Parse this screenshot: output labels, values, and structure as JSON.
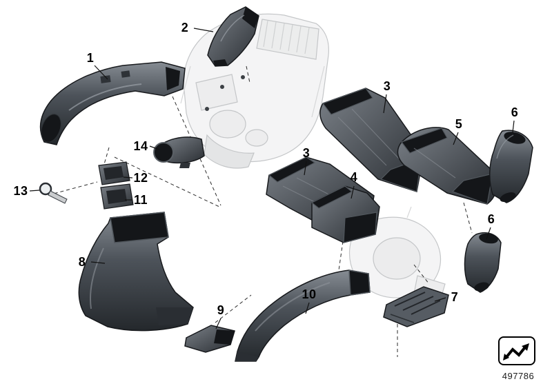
{
  "diagram": {
    "type": "exploded-parts-diagram",
    "subject": "air-ducts-and-vents",
    "part_number": "497786",
    "colors": {
      "duct_dark": "#2b2f34",
      "duct_mid": "#4d535a",
      "ghost_gray": "#c4c6c8",
      "line": "#111111"
    },
    "icons": {
      "cross_reference": "zigzag-arrow-icon"
    },
    "callouts": [
      {
        "label": "1"
      },
      {
        "label": "2"
      },
      {
        "label": "3"
      },
      {
        "label": "3"
      },
      {
        "label": "4"
      },
      {
        "label": "5"
      },
      {
        "label": "6"
      },
      {
        "label": "6"
      },
      {
        "label": "7"
      },
      {
        "label": "8"
      },
      {
        "label": "9"
      },
      {
        "label": "10"
      },
      {
        "label": "11"
      },
      {
        "label": "12"
      },
      {
        "label": "13"
      },
      {
        "label": "14"
      }
    ]
  }
}
